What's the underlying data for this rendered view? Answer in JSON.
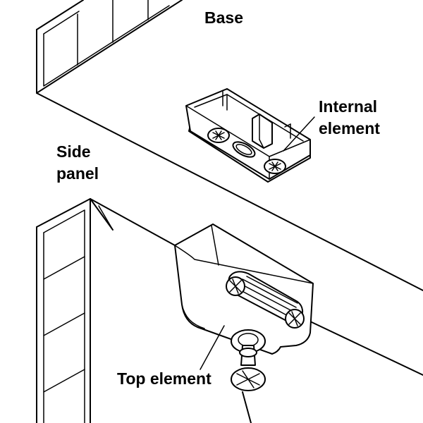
{
  "labels": {
    "base": "Base",
    "internal_element_line1": "Internal",
    "internal_element_line2": "element",
    "side_panel_line1": "Side",
    "side_panel_line2": "panel",
    "top_element": "Top element"
  },
  "colors": {
    "line": "#000000",
    "background": "#ffffff"
  }
}
